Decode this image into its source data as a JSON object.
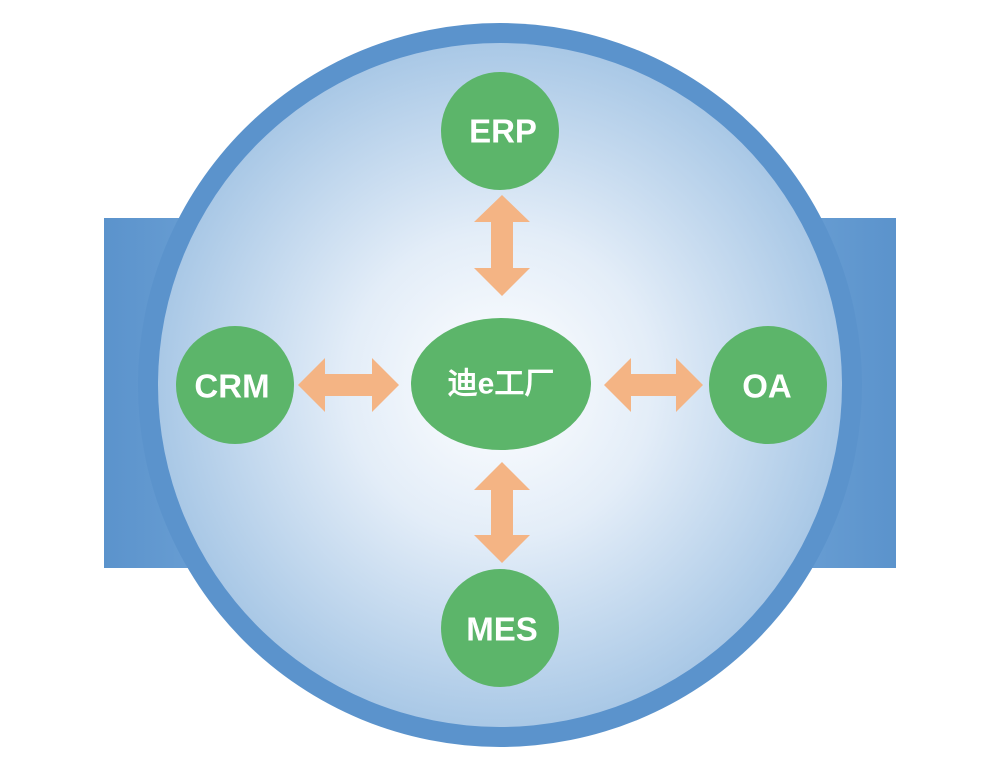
{
  "diagram": {
    "center": {
      "label": "迪e工厂"
    },
    "nodes": {
      "top": {
        "label": "ERP"
      },
      "left": {
        "label": "CRM"
      },
      "right": {
        "label": "OA"
      },
      "bottom": {
        "label": "MES"
      }
    }
  },
  "colors": {
    "outer_ring": "#5b93cc",
    "side_tabs": "#5b93cc",
    "inner_center": "#ffffff",
    "inner_edge": "#a9c8e6",
    "node_fill": "#5cb56a",
    "arrow_fill": "#f4b484",
    "label_text": "#ffffff"
  }
}
